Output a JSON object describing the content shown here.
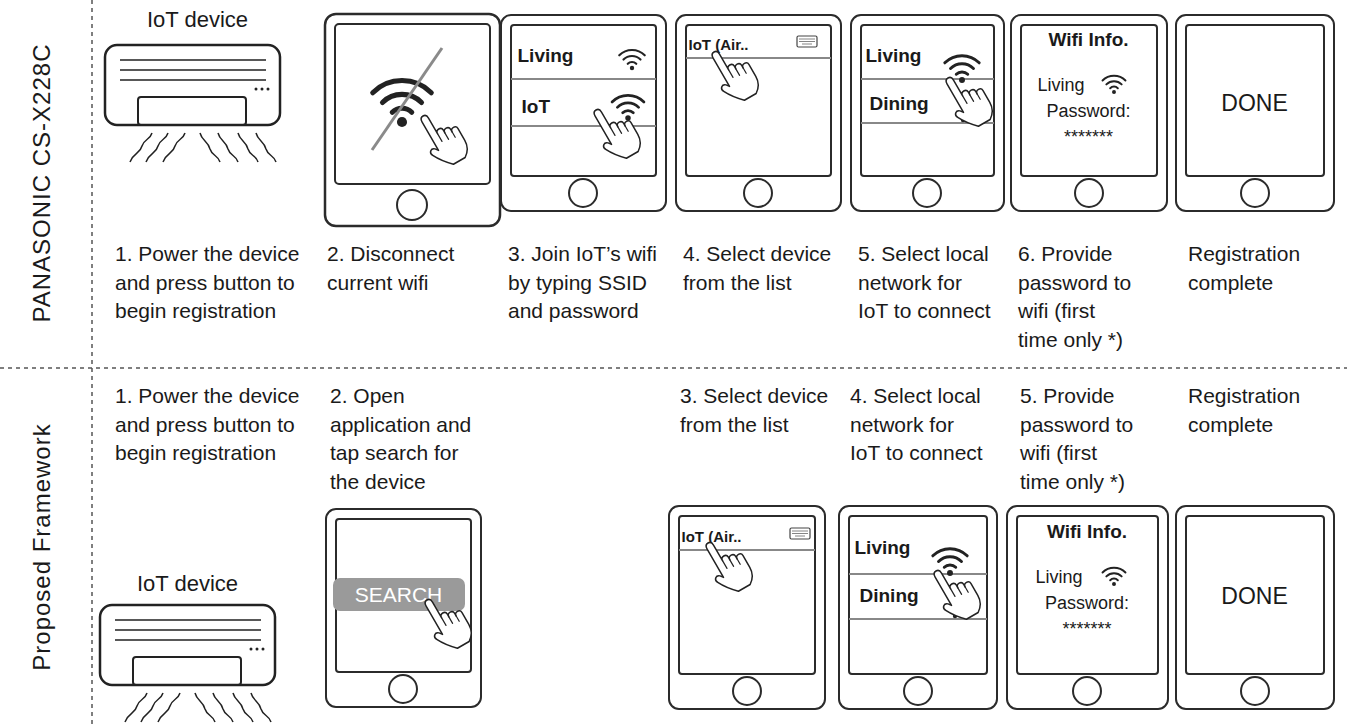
{
  "diagram": {
    "nodes": [
      {
        "text": [
          "Living",
          "IoT"
        ]
      },
      {
        "text": [
          "IoT (Air.."
        ]
      },
      {
        "text": [
          "Living",
          "Dining"
        ]
      },
      {
        "text": [
          "Wifi Info.",
          "Living",
          "Password:",
          "*******"
        ]
      },
      {
        "text": [
          "DONE"
        ]
      },
      {
        "text": [
          "SEARCH"
        ]
      },
      {
        "text": [
          "IoT (Air.."
        ]
      },
      {
        "text": [
          "Living",
          "Dining"
        ]
      },
      {
        "text": [
          "Wifi Info.",
          "Living",
          "Password:",
          "*******"
        ]
      },
      {
        "text": [
          "DONE"
        ]
      }
    ],
    "edges": [],
    "labels": [
      "PANASONIC CS-X228C",
      "IoT device",
      "1. Power the device and press button to begin registration",
      "2. Disconnect current wifi",
      "3. Join IoT’s wifi by typing SSID and password",
      "4. Select device from the list",
      "5. Select local network for IoT to connect",
      "6. Provide password to wifi (first time only *)",
      "Registration complete",
      "Proposed Framework",
      "1. Power the device and press button to begin registration",
      "2. Open application and tap search for the device",
      "3. Select device from the list",
      "4. Select local network for IoT to connect",
      "5. Provide password to wifi (first time only *)",
      "Registration complete",
      "IoT device"
    ]
  }
}
